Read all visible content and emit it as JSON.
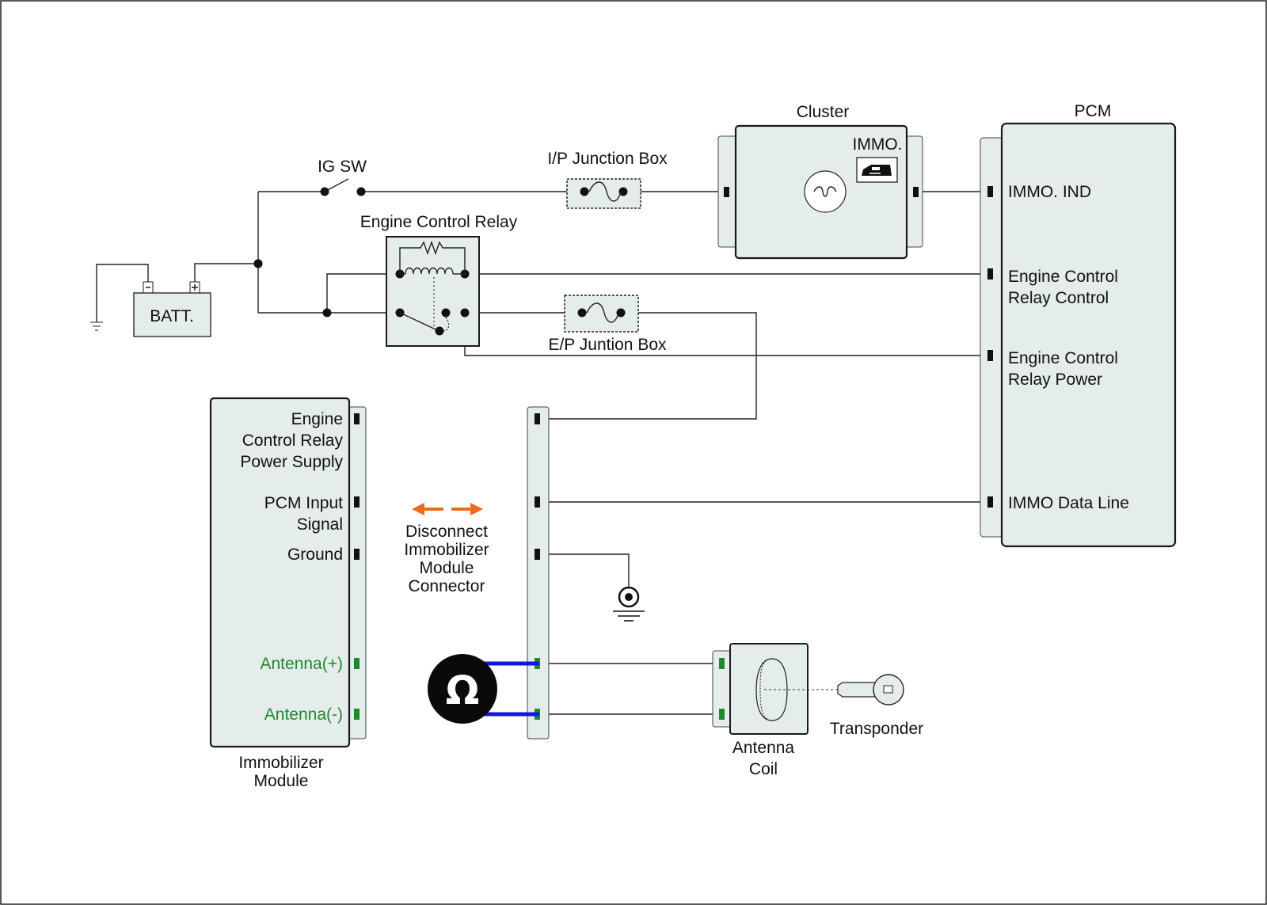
{
  "labels": {
    "ig_sw": "IG SW",
    "ip_junction_box": "I/P Junction Box",
    "cluster": "Cluster",
    "immo_indicator": "IMMO.",
    "pcm": "PCM",
    "engine_control_relay": "Engine Control Relay",
    "battery": "BATT.",
    "ep_junction_box": "E/P Juntion Box",
    "transponder": "Transponder"
  },
  "pcm_pins": {
    "immo_ind": "IMMO. IND",
    "ecr_control_1": "Engine Control",
    "ecr_control_2": "Relay Control",
    "ecr_power_1": "Engine Control",
    "ecr_power_2": "Relay Power",
    "immo_data": "IMMO Data Line"
  },
  "module_pins": {
    "ecr_supply_1": "Engine",
    "ecr_supply_2": "Control Relay",
    "ecr_supply_3": "Power Supply",
    "pcm_input_1": "PCM Input",
    "pcm_input_2": "Signal",
    "ground": "Ground",
    "antenna_pos": "Antenna(+)",
    "antenna_neg": "Antenna(-)"
  },
  "module_name": {
    "line1": "Immobilizer",
    "line2": "Module"
  },
  "antenna_coil": {
    "line1": "Antenna",
    "line2": "Coil"
  },
  "disconnect_note": {
    "line1": "Disconnect",
    "line2": "Immobilizer",
    "line3": "Module",
    "line4": "Connector"
  },
  "ohmmeter_symbol": "Ω",
  "colors": {
    "antenna_text": "#1f8a2a",
    "probe_leads": "#1515e0",
    "disconnect_arrows": "#ee6a1c",
    "component_fill": "#e5ecec"
  }
}
